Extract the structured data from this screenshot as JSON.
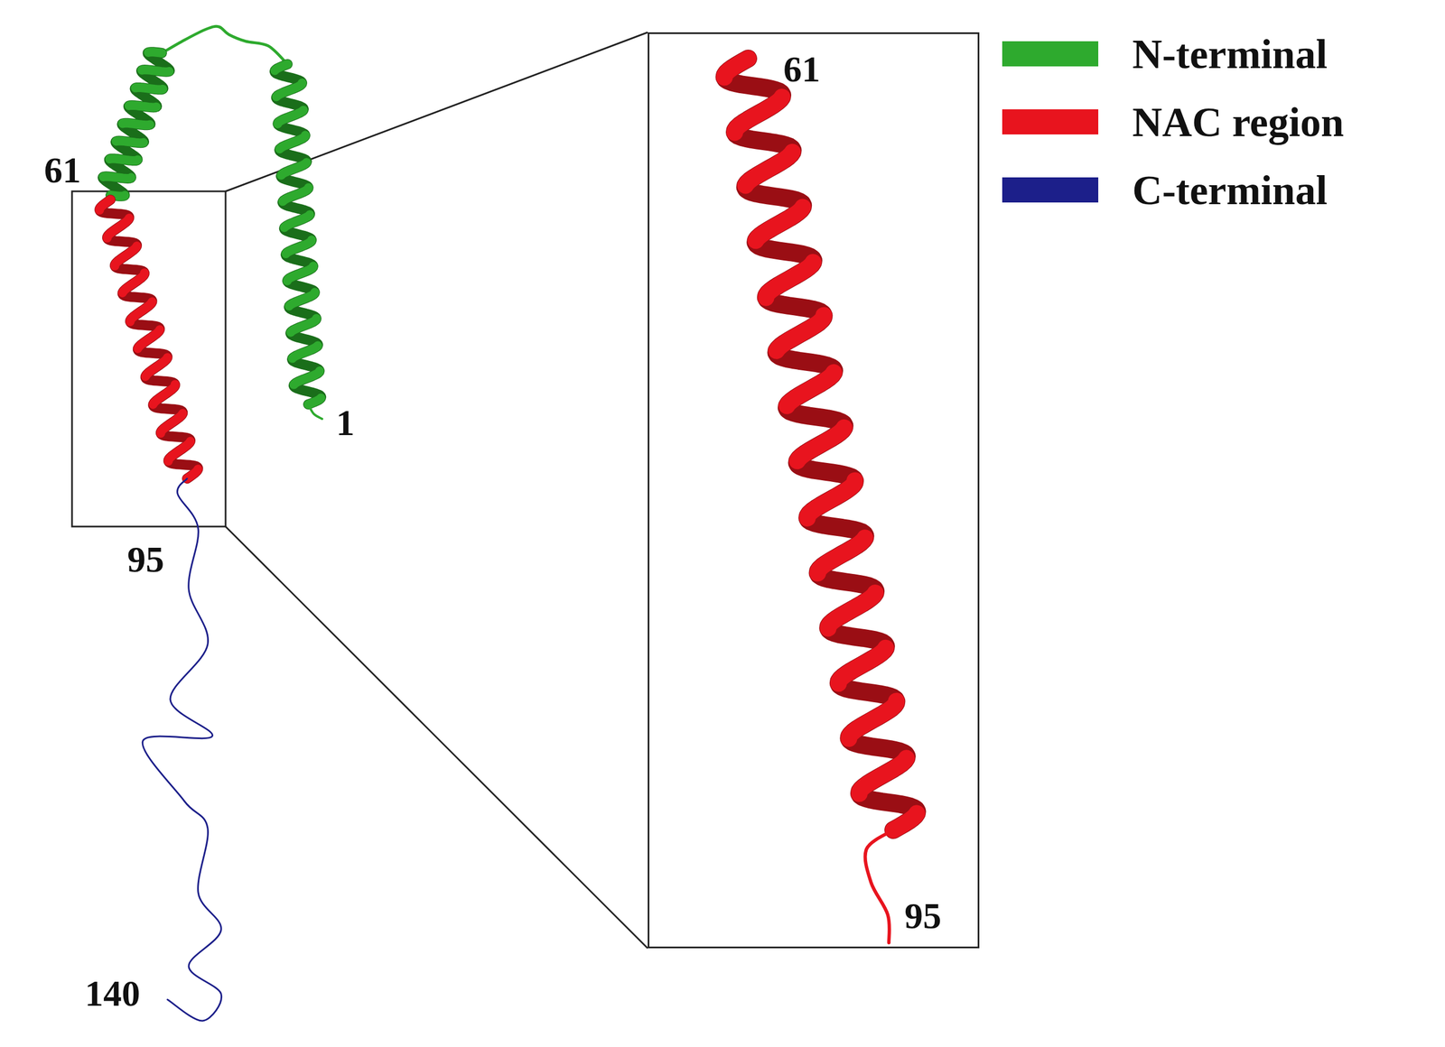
{
  "diagram": {
    "nodes": [
      {
        "text": [
          "61",
          "95"
        ]
      }
    ],
    "labels": [
      "61",
      "1",
      "95",
      "140"
    ],
    "legend": [
      {
        "text": "N-terminal",
        "color": "#2eaa2e"
      },
      {
        "text": "NAC region",
        "color": "#e8141e"
      },
      {
        "text": "C-terminal",
        "color": "#1c1f8a"
      }
    ]
  }
}
